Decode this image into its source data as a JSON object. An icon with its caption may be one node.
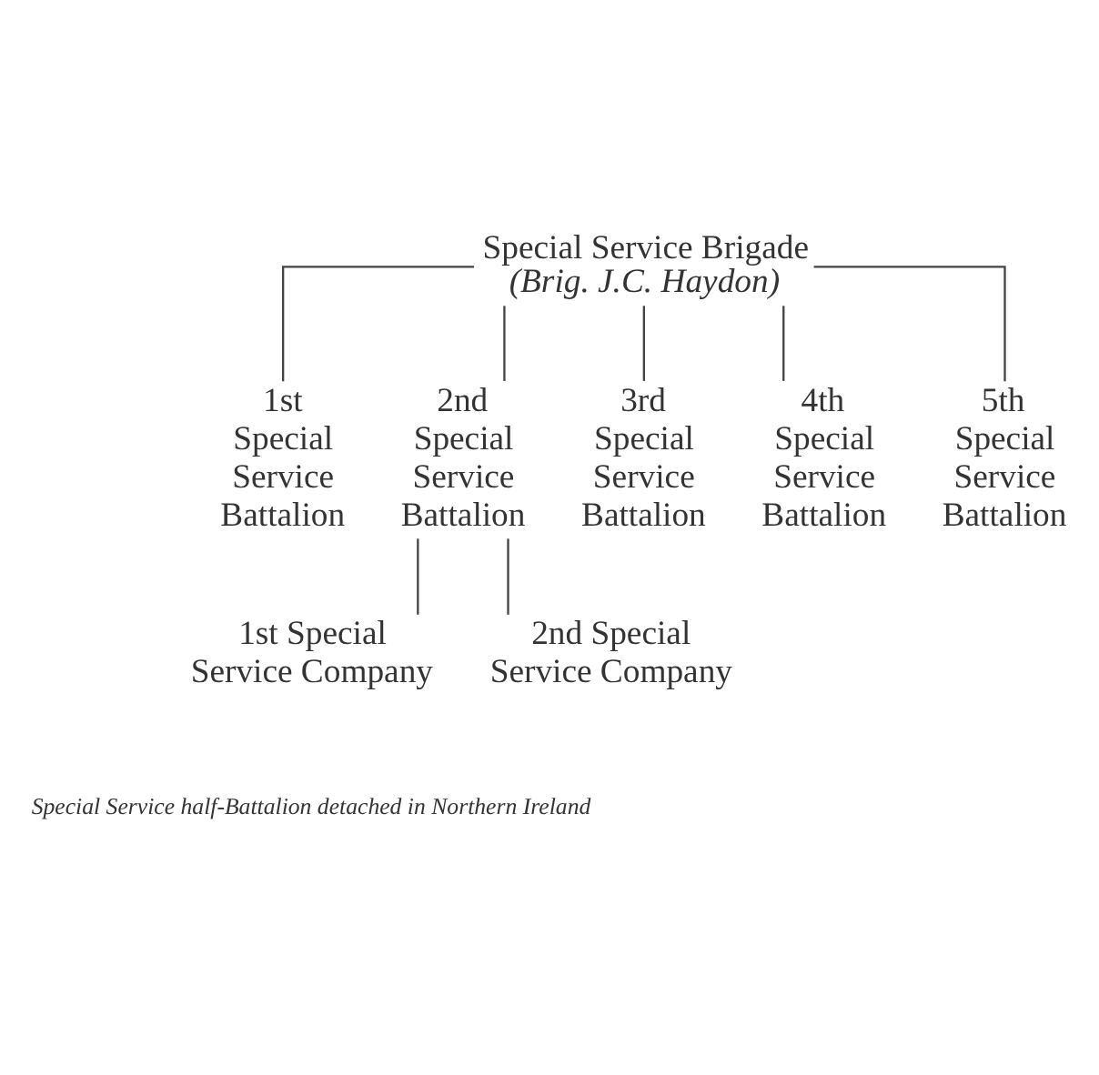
{
  "diagram": {
    "nodes": [
      {
        "text": [
          "Special Service Brigade",
          "(Brig. J.C. Haydon)"
        ]
      },
      {
        "text": [
          "1st Special Service Battalion"
        ]
      },
      {
        "text": [
          "2nd Special Service Battalion"
        ]
      },
      {
        "text": [
          "3rd Special Service Battalion"
        ]
      },
      {
        "text": [
          "4th Special Service Battalion"
        ]
      },
      {
        "text": [
          "5th Special Service Battalion"
        ]
      },
      {
        "text": [
          "1st Special Service Company"
        ]
      },
      {
        "text": [
          "2nd Special Service Company"
        ]
      }
    ],
    "edges": [
      {
        "from": 0,
        "to": 1,
        "arrow": "none"
      },
      {
        "from": 0,
        "to": 2,
        "arrow": "none"
      },
      {
        "from": 0,
        "to": 3,
        "arrow": "none"
      },
      {
        "from": 0,
        "to": 4,
        "arrow": "none"
      },
      {
        "from": 0,
        "to": 5,
        "arrow": "none"
      },
      {
        "from": 2,
        "to": 6,
        "arrow": "none"
      },
      {
        "from": 2,
        "to": 7,
        "arrow": "none"
      }
    ],
    "labels": [
      "Special Service half-Battalion detached in Northern Ireland"
    ]
  }
}
